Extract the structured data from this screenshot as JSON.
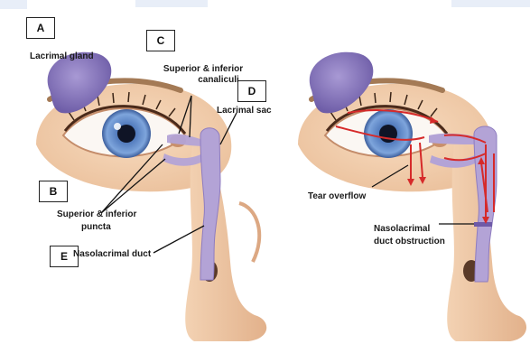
{
  "panel_markers": [
    "A",
    "B",
    "C",
    "D",
    "E"
  ],
  "labels": {
    "lacrimal_gland": "Lacrimal gland",
    "canaliculi_line1": "Superior & inferior",
    "canaliculi_line2": "canaliculi",
    "lacrimal_sac": "Lacrimal sac",
    "puncta_line1": "Superior & inferior",
    "puncta_line2": "puncta",
    "nasolacrimal_duct": "Nasolacrimal duct",
    "tear_overflow": "Tear overflow",
    "obstruction_line1": "Nasolacrimal",
    "obstruction_line2": "duct obstruction"
  },
  "colors": {
    "gland": "#8e7cc0",
    "duct": "#b3a3d6",
    "skin": "#f1cfae",
    "iris": "#5d86c4",
    "arrow": "#d62a2a"
  }
}
